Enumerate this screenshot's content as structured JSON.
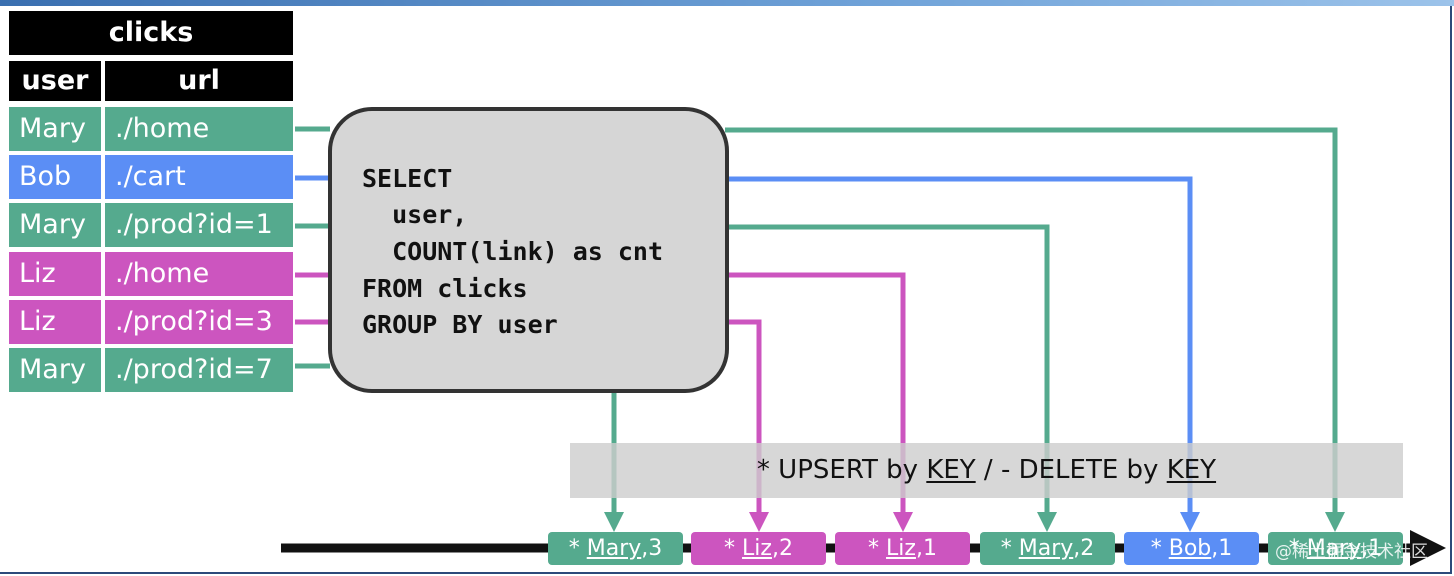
{
  "table": {
    "title": "clicks",
    "columns": [
      "user",
      "url"
    ],
    "rows": [
      {
        "user": "Mary",
        "url": "./home",
        "color": "#55aa8e"
      },
      {
        "user": "Bob",
        "url": "./cart",
        "color": "#5b8ef5"
      },
      {
        "user": "Mary",
        "url": "./prod?id=1",
        "color": "#55aa8e"
      },
      {
        "user": "Liz",
        "url": "./home",
        "color": "#cc55bf"
      },
      {
        "user": "Liz",
        "url": "./prod?id=3",
        "color": "#cc55bf"
      },
      {
        "user": "Mary",
        "url": "./prod?id=7",
        "color": "#55aa8e"
      }
    ]
  },
  "query": {
    "lines": [
      "SELECT",
      "  user,",
      "  COUNT(link) as cnt",
      "FROM clicks",
      "GROUP BY user"
    ]
  },
  "banner": {
    "prefix": "* UPSERT by ",
    "key1": "KEY",
    "middle": " / - DELETE by ",
    "key2": "KEY"
  },
  "outputs": [
    {
      "op": "* ",
      "user": "Mary",
      "count": ",3",
      "color": "#55aa8e"
    },
    {
      "op": "* ",
      "user": "Liz",
      "count": ",2",
      "color": "#cc55bf"
    },
    {
      "op": "* ",
      "user": "Liz",
      "count": ",1",
      "color": "#cc55bf"
    },
    {
      "op": "* ",
      "user": "Mary",
      "count": ",2",
      "color": "#55aa8e"
    },
    {
      "op": "* ",
      "user": "Bob",
      "count": ",1",
      "color": "#5b8ef5"
    },
    {
      "op": "* ",
      "user": "Mary",
      "count": ",1",
      "color": "#55aa8e"
    }
  ],
  "watermark": "@稀土掘金技术社区",
  "colors": {
    "green": "#55aa8e",
    "blue": "#5b8ef5",
    "magenta": "#cc55bf",
    "dark": "#111111"
  }
}
